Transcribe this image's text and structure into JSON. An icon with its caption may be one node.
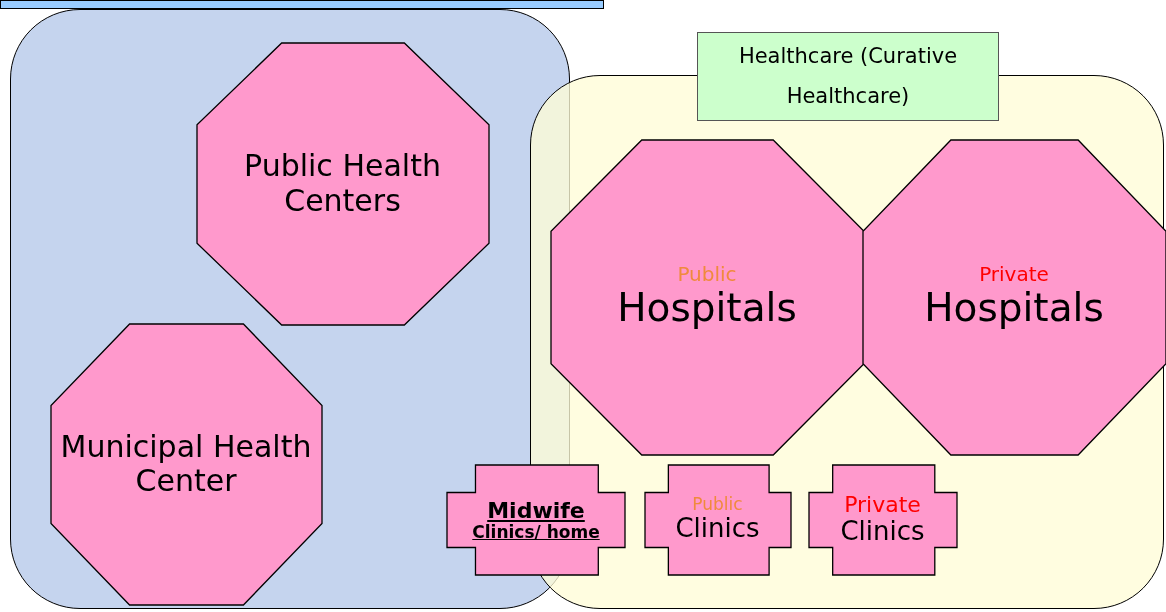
{
  "diagram": {
    "nodes": [
      {
        "text": [],
        "shape": "box"
      },
      {
        "text": [],
        "shape": "box"
      },
      {
        "text": [
          "Public Health Centers"
        ],
        "in": 1
      },
      {
        "text": [
          "Municipal Health Center"
        ],
        "in": 1
      },
      {
        "text": [],
        "shape": "box"
      },
      {
        "text": [
          "Healthcare (Curative Healthcare)"
        ]
      },
      {
        "text": [
          "Public",
          "Hospitals"
        ],
        "in": 4
      },
      {
        "text": [
          "Private",
          "Hospitals"
        ],
        "in": 4
      },
      {
        "text": [
          "Midwife",
          "Clinics/ home"
        ]
      },
      {
        "text": [
          "Public",
          "Clinics"
        ],
        "in": 4
      },
      {
        "text": [
          "Private",
          "Clinics"
        ],
        "in": 4
      }
    ]
  }
}
